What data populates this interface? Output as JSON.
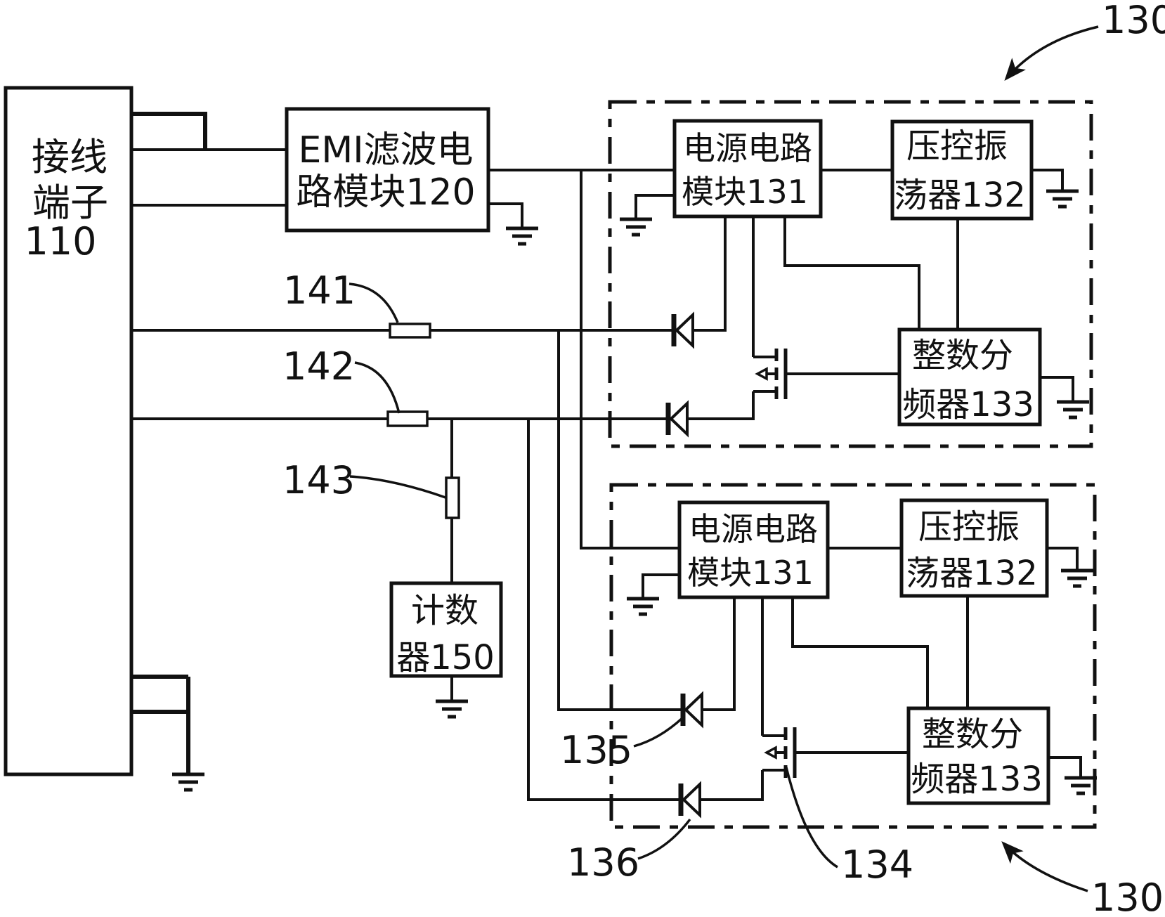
{
  "figure": {
    "background": "#ffffff",
    "line_color": "#111111",
    "blocks": {
      "terminal": {
        "lines": [
          "接线",
          "端子",
          "110"
        ]
      },
      "emi": {
        "lines": [
          "EMI滤波电",
          "路模块120"
        ]
      },
      "power": {
        "lines": [
          "电源电路",
          "模块131"
        ]
      },
      "vco": {
        "lines": [
          "压控振",
          "荡器132"
        ]
      },
      "divider": {
        "lines": [
          "整数分",
          "频器133"
        ]
      },
      "counter": {
        "lines": [
          "计数",
          "器150"
        ]
      }
    },
    "refs": {
      "r130": "130",
      "r141": "141",
      "r142": "142",
      "r143": "143",
      "r135": "135",
      "r136": "136",
      "r134": "134"
    }
  }
}
